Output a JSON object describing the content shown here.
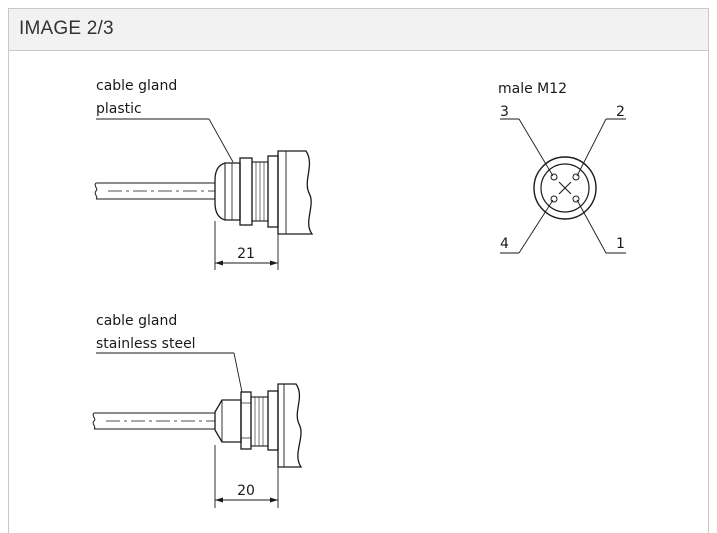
{
  "header": {
    "title": "IMAGE 2/3"
  },
  "drawing": {
    "plastic_gland": {
      "label_line1": "cable gland",
      "label_line2": "plastic",
      "dimension": "21"
    },
    "steel_gland": {
      "label_line1": "cable gland",
      "label_line2": "stainless steel",
      "dimension": "20"
    },
    "connector": {
      "title": "male M12",
      "pins": [
        "1",
        "2",
        "3",
        "4"
      ]
    }
  }
}
